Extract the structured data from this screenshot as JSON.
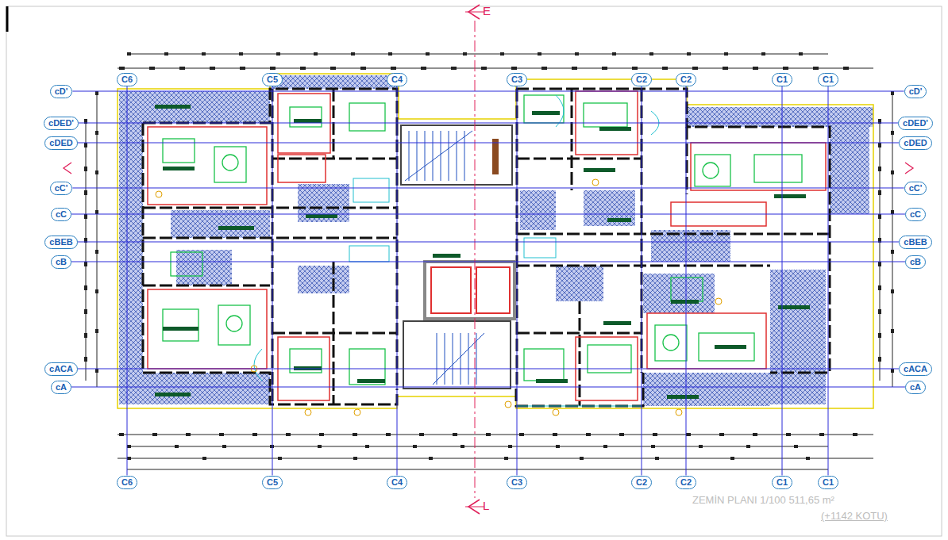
{
  "diagram": {
    "caption": "ZEMİN PLANI 1/100 511,65 m²",
    "nodes": [
      {
        "text": [
          "C6"
        ]
      },
      {
        "text": [
          "C5"
        ]
      },
      {
        "text": [
          "C4"
        ]
      },
      {
        "text": [
          "C3"
        ]
      },
      {
        "text": [
          "C2"
        ]
      },
      {
        "text": [
          "C2"
        ]
      },
      {
        "text": [
          "C1"
        ]
      },
      {
        "text": [
          "C1"
        ]
      },
      {
        "text": [
          "cD'"
        ]
      },
      {
        "text": [
          "cD'"
        ]
      },
      {
        "text": [
          "cDED'"
        ]
      },
      {
        "text": [
          "cDED'"
        ]
      },
      {
        "text": [
          "cDED"
        ]
      },
      {
        "text": [
          "cDED"
        ]
      },
      {
        "text": [
          "cC'"
        ]
      },
      {
        "text": [
          "cC'"
        ]
      },
      {
        "text": [
          "cC"
        ]
      },
      {
        "text": [
          "cC"
        ]
      },
      {
        "text": [
          "cBEB"
        ]
      },
      {
        "text": [
          "cBEB"
        ]
      },
      {
        "text": [
          "cB"
        ]
      },
      {
        "text": [
          "cB"
        ]
      },
      {
        "text": [
          "cACA"
        ]
      },
      {
        "text": [
          "cACA"
        ]
      },
      {
        "text": [
          "cA"
        ]
      },
      {
        "text": [
          "cA"
        ]
      },
      {
        "text": [
          "C6"
        ]
      },
      {
        "text": [
          "C5"
        ]
      },
      {
        "text": [
          "C4"
        ]
      },
      {
        "text": [
          "C3"
        ]
      },
      {
        "text": [
          "C2"
        ]
      },
      {
        "text": [
          "C2"
        ]
      },
      {
        "text": [
          "C1"
        ]
      },
      {
        "text": [
          "C1"
        ]
      }
    ],
    "edges": [
      {
        "from": 0,
        "to": 26,
        "arrow": "none"
      },
      {
        "from": 1,
        "to": 27,
        "arrow": "none"
      },
      {
        "from": 2,
        "to": 28,
        "arrow": "none"
      },
      {
        "from": 3,
        "to": 29,
        "arrow": "none"
      },
      {
        "from": 4,
        "to": 30,
        "arrow": "none"
      },
      {
        "from": 5,
        "to": 31,
        "arrow": "none"
      },
      {
        "from": 6,
        "to": 32,
        "arrow": "none"
      },
      {
        "from": 7,
        "to": 33,
        "arrow": "none"
      },
      {
        "from": 8,
        "to": 9,
        "arrow": "none"
      },
      {
        "from": 10,
        "to": 11,
        "arrow": "none"
      },
      {
        "from": 12,
        "to": 13,
        "arrow": "none"
      },
      {
        "from": 14,
        "to": 15,
        "arrow": "none"
      },
      {
        "from": 16,
        "to": 17,
        "arrow": "none"
      },
      {
        "from": 18,
        "to": 19,
        "arrow": "none"
      },
      {
        "from": 20,
        "to": 21,
        "arrow": "none"
      },
      {
        "from": 22,
        "to": 23,
        "arrow": "none"
      },
      {
        "from": 24,
        "to": 25,
        "arrow": "none"
      }
    ],
    "labels": [
      "E",
      "L",
      "(+1142 KOTU)"
    ]
  }
}
